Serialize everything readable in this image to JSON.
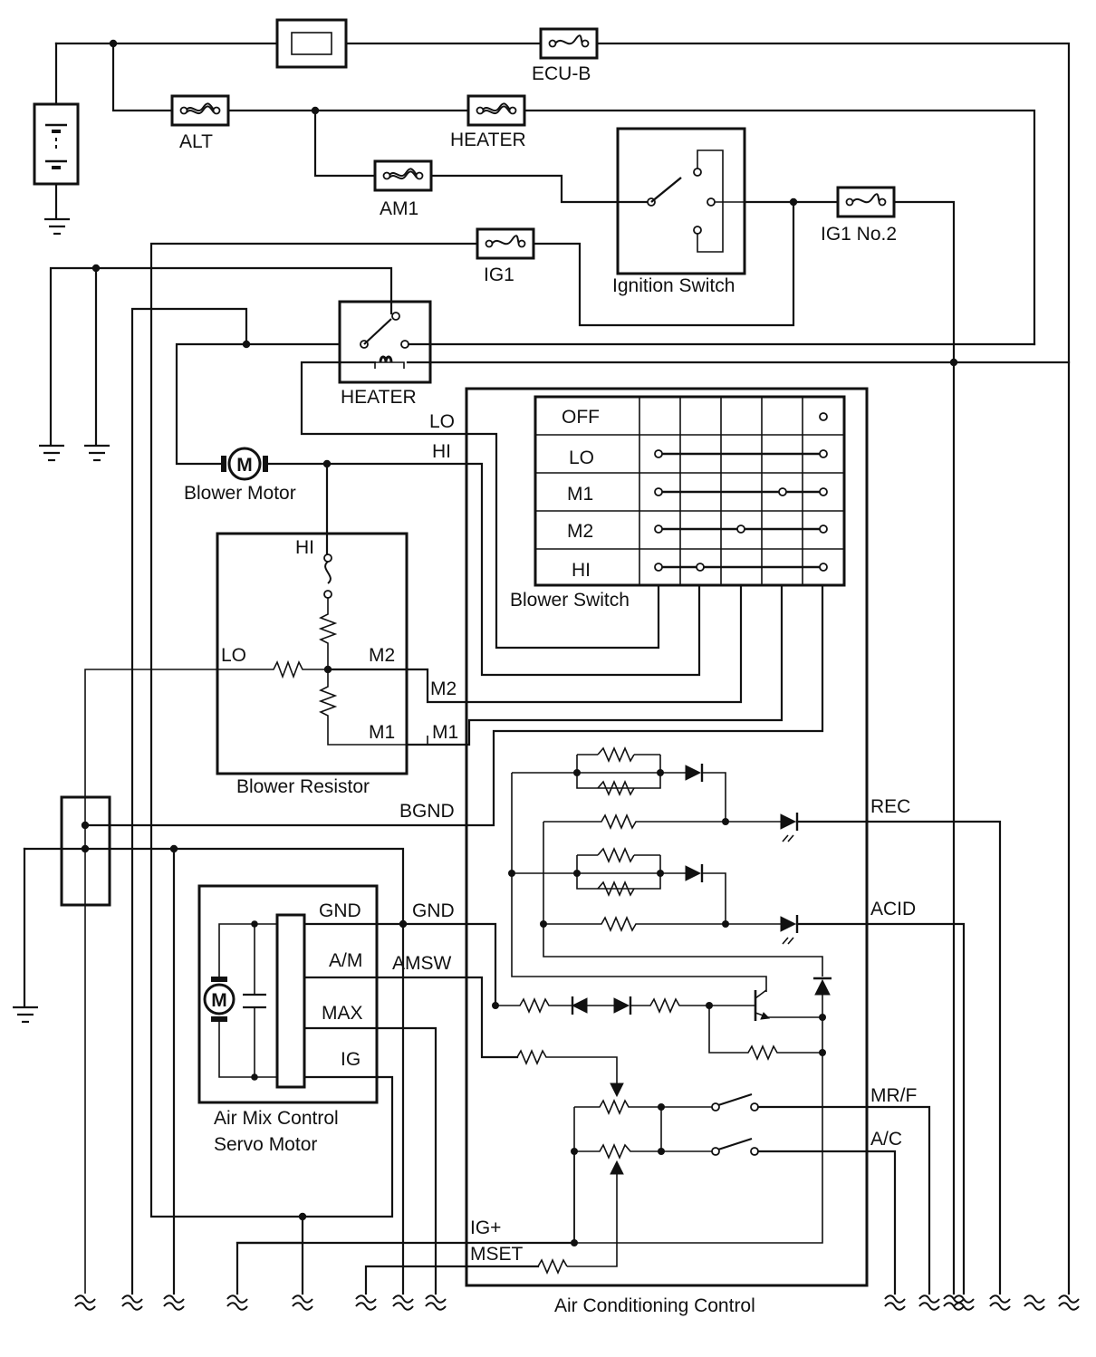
{
  "labels": {
    "ecu_b": "ECU-B",
    "alt": "ALT",
    "heater_fuse": "HEATER",
    "am1": "AM1",
    "ignition_switch": "Ignition Switch",
    "ig1_no2": "IG1 No.2",
    "ig1": "IG1",
    "heater_relay": "HEATER",
    "lo_wire": "LO",
    "hi_wire": "HI",
    "blower_motor": "Blower Motor",
    "motor_m": "M",
    "res_hi": "HI",
    "res_lo": "LO",
    "res_m2": "M2",
    "res_m1": "M1",
    "wire_m2": "M2",
    "wire_m1": "M1",
    "blower_resistor": "Blower Resistor",
    "blower_switch": "Blower Switch",
    "bgnd": "BGND",
    "gnd_servo": "GND",
    "gnd_wire": "GND",
    "am_servo": "A/M",
    "amsw": "AMSW",
    "max": "MAX",
    "ig": "IG",
    "servo_motor_1": "Air Mix Control",
    "servo_motor_2": "Servo Motor",
    "ig_plus": "IG+",
    "mset": "MSET",
    "ac_control": "Air Conditioning Control",
    "rec": "REC",
    "acid": "ACID",
    "mrf": "MR/F",
    "ac": "A/C"
  },
  "blower_switch_positions": [
    "OFF",
    "LO",
    "M1",
    "M2",
    "HI"
  ]
}
